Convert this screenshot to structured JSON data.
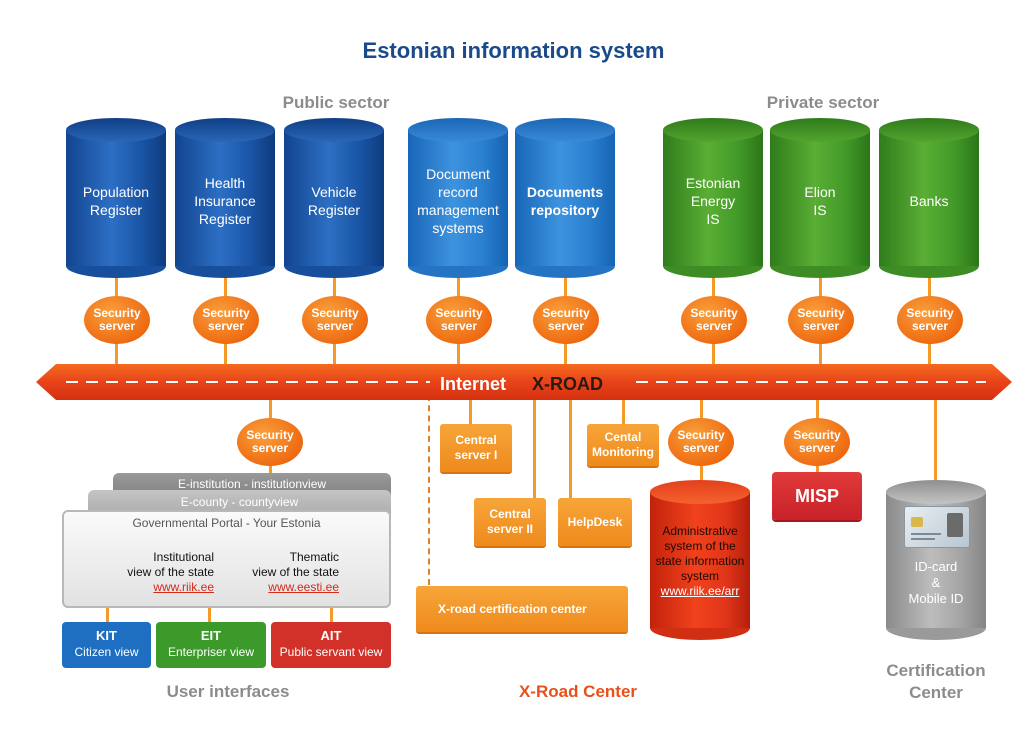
{
  "title": "Estonian information system",
  "sectors": {
    "public": "Public sector",
    "private": "Private sector"
  },
  "registers": [
    {
      "lines": [
        "Population",
        "Register"
      ],
      "color": "blue"
    },
    {
      "lines": [
        "Health",
        "Insurance",
        "Register"
      ],
      "color": "blue"
    },
    {
      "lines": [
        "Vehicle",
        "Register"
      ],
      "color": "blue"
    },
    {
      "lines": [
        "Document",
        "record",
        "management",
        "systems"
      ],
      "color": "lblue"
    },
    {
      "lines": [
        "Documents",
        "repository"
      ],
      "color": "lblue",
      "bold": true
    },
    {
      "lines": [
        "Estonian",
        "Energy",
        "IS"
      ],
      "color": "green"
    },
    {
      "lines": [
        "Elion",
        "IS"
      ],
      "color": "green"
    },
    {
      "lines": [
        "Banks"
      ],
      "color": "green"
    }
  ],
  "security_server": [
    "Security",
    "server"
  ],
  "xroad": {
    "internet": "Internet",
    "name": "X-ROAD"
  },
  "xroad_center": {
    "central_server_1": [
      "Central",
      "server I"
    ],
    "central_server_2": [
      "Central",
      "server II"
    ],
    "helpdesk": "HelpDesk",
    "monitoring": [
      "Cental",
      "Monitoring"
    ],
    "certification": "X-road certification center"
  },
  "admin_system": {
    "lines": [
      "Administrative",
      "system of the",
      "state information",
      "system"
    ],
    "link": "www.riik.ee/arr"
  },
  "misp": "MISP",
  "id_card": {
    "lines": [
      "ID-card",
      "&",
      "Mobile ID"
    ]
  },
  "portal": {
    "institution_view": "E-institution - institutionview",
    "county_view": "E-county - countyview",
    "governmental": "Governmental Portal - Your Estonia",
    "institutional": {
      "lines": [
        "Institutional",
        "view of the state"
      ],
      "link": "www.riik.ee"
    },
    "thematic": {
      "lines": [
        "Thematic",
        "view of the state"
      ],
      "link": "www.eesti.ee"
    }
  },
  "user_views": [
    {
      "code": "KIT",
      "label": "Citizen view",
      "color": "#1e6fc2"
    },
    {
      "code": "EIT",
      "label": "Enterpriser view",
      "color": "#3c9a2a"
    },
    {
      "code": "AIT",
      "label": "Public servant view",
      "color": "#d2312a"
    }
  ],
  "bottom_labels": {
    "user_interfaces": "User interfaces",
    "xroad_center": "X-Road Center",
    "certification_center": [
      "Certification",
      "Center"
    ]
  },
  "colors": {
    "title": "#1a4a8c",
    "sector": "#8c8c8c",
    "accent": "#ef6b12",
    "xroad_center_label": "#e8501a"
  }
}
